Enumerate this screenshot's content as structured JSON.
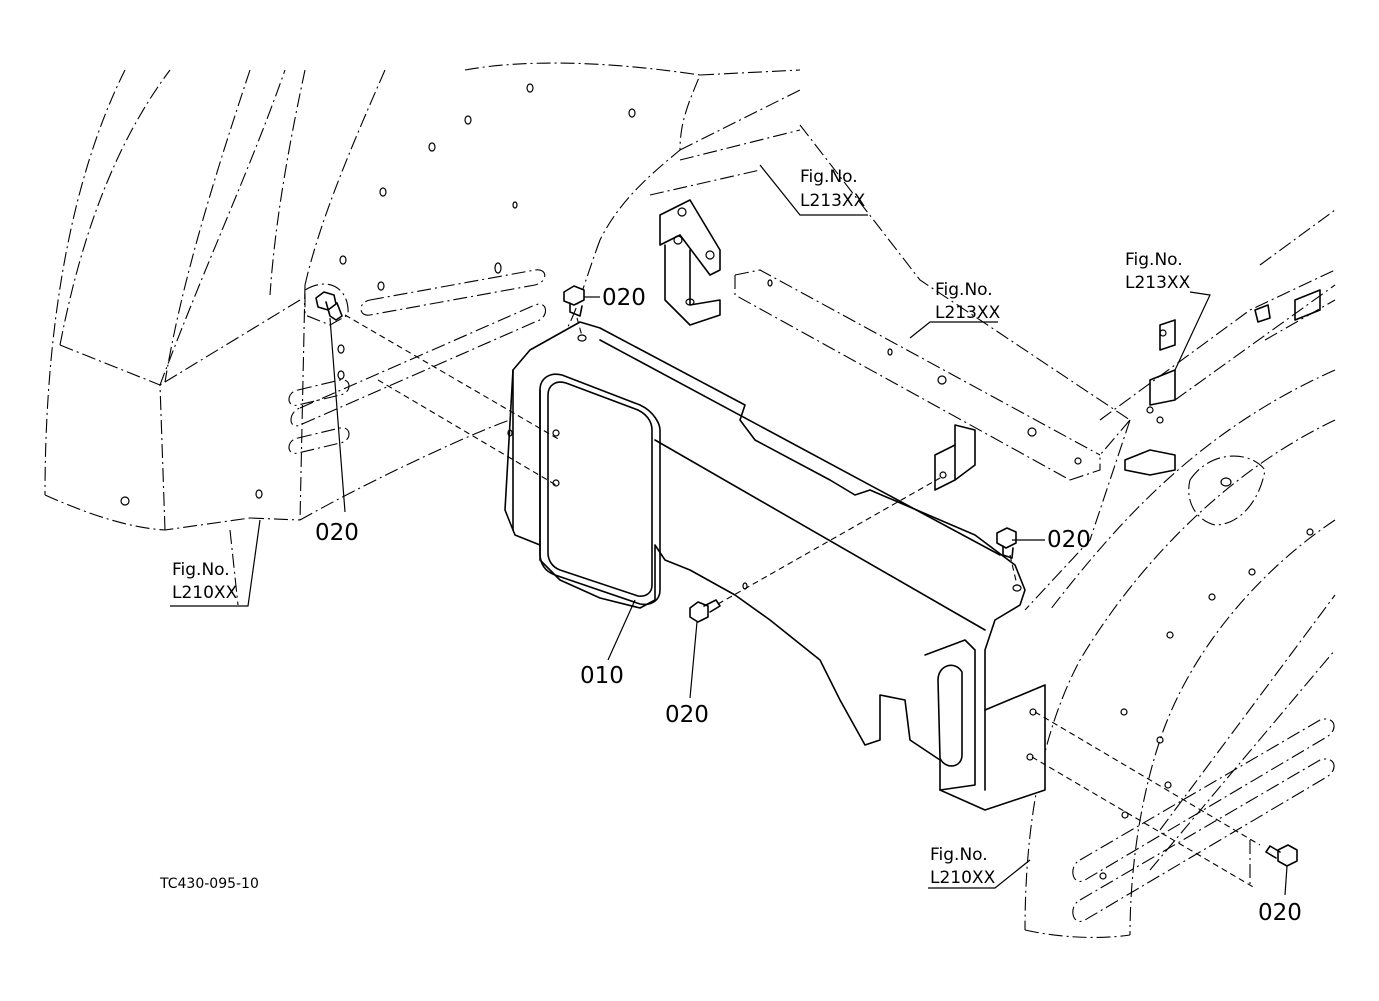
{
  "drawing_code": "TC430-095-10",
  "callouts": {
    "part_010": "010",
    "bolt_a": "020",
    "bolt_b": "020",
    "bolt_c": "020",
    "bolt_d": "020",
    "bolt_e": "020"
  },
  "figure_refs": [
    {
      "label": "Fig.No.",
      "number": "L213XX"
    },
    {
      "label": "Fig.No.",
      "number": "L213XX"
    },
    {
      "label": "Fig.No.",
      "number": "L213XX"
    },
    {
      "label": "Fig.No.",
      "number": "L210XX"
    },
    {
      "label": "Fig.No.",
      "number": "L210XX"
    }
  ]
}
